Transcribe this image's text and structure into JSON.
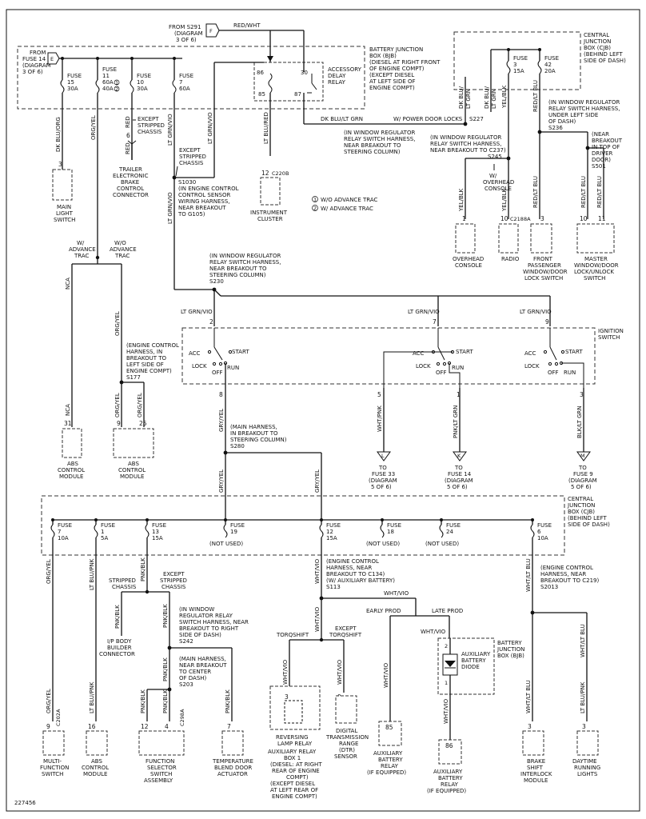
{
  "diagram_id": "227456",
  "top": {
    "from_s291": [
      "FROM S291",
      "(DIAGRAM",
      "3 OF 6)"
    ],
    "from_s291_conn": "F",
    "red_wht": "RED/WHT",
    "from_fuse14": [
      "FROM",
      "FUSE 14",
      "(DIAGRAM",
      "3 OF 6)"
    ],
    "from_fuse14_conn": "E"
  },
  "bjb_label": [
    "BATTERY JUNCTION",
    "BOX (BJB)",
    "(DIESEL AT RIGHT FRONT",
    "OF ENGINE COMPT)",
    "(EXCEPT DIESEL",
    "AT LEFT SIDE OF",
    "ENGINE COMPT)"
  ],
  "bjb_fuses": [
    {
      "name": "FUSE",
      "num": "15",
      "amp": "30A",
      "wire": "DK BLU/ORG",
      "pin": "3"
    },
    {
      "name": "FUSE",
      "num": "11",
      "amp": "60A",
      "amp2": "40A",
      "c1": "1",
      "c2": "2",
      "wire": "ORG/YEL"
    },
    {
      "name": "FUSE",
      "num": "10",
      "amp": "30A",
      "wire": "RED",
      "pin": "6"
    },
    {
      "name": "FUSE",
      "num": "7",
      "amp": "60A",
      "wire": "LT GRN/VIO"
    }
  ],
  "relay": {
    "pins": [
      "86",
      "30",
      "85",
      "87"
    ],
    "label": [
      "ACCESSORY",
      "DELAY",
      "RELAY"
    ],
    "wire_ltblu": "LT BLU/RED",
    "wire_dkblu": "DK BLU/LT GRN",
    "power_door_locks": "W/ POWER DOOR LOCKS",
    "s227": "S227",
    "cluster_pin": "12",
    "cluster_conn": "C220B",
    "cluster_label": [
      "INSTRUMENT",
      "CLUSTER"
    ]
  },
  "except_stripped_1": [
    "EXCEPT",
    "STRIPPED",
    "CHASSIS"
  ],
  "except_stripped_2": [
    "EXCEPT",
    "STRIPPED",
    "CHASSIS"
  ],
  "trailer": [
    "TRAILER",
    "ELECTRONIC",
    "BRAKE",
    "CONTROL",
    "CONNECTOR"
  ],
  "main_light": [
    "MAIN",
    "LIGHT",
    "SWITCH"
  ],
  "s1030": [
    "S1030",
    "(IN ENGINE CONTROL",
    "CONTROL SENSOR",
    "WIRING HARNESS,",
    "NEAR BREAKOUT",
    "TO G105)"
  ],
  "legend": {
    "one": "W/O ADVANCE TRAC",
    "two": "W/ ADVANCE TRAC",
    "c1": "1",
    "c2": "2"
  },
  "cjb_top": {
    "label": [
      "CENTRAL",
      "JUNCTION",
      "BOX (CJB)",
      "(BEHIND LEFT",
      "SIDE OF DASH)"
    ],
    "fuse3": [
      "FUSE",
      "3",
      "15A"
    ],
    "fuse42": [
      "FUSE",
      "42",
      "20A"
    ],
    "w_dkblu": "DK BLU/",
    "w_ltgrn": "LT GRN",
    "w_yelblk": "YEL/BLK",
    "w_redltblu": "RED/LT BLU",
    "s236": [
      "(IN WINDOW REGULATOR",
      "RELAY SWITCH HARNESS,",
      "UNDER LEFT SIDE",
      "OF DASH)",
      "S236"
    ],
    "s227_note": [
      "(IN WINDOW REGULATOR",
      "RELAY SWITCH HARNESS,",
      "NEAR BREAKOUT TO",
      "STEERING COLUMN)"
    ],
    "s245": [
      "(IN WINDOW REGULATOR",
      "RELAY SWITCH HARNESS,",
      "NEAR BREAKOUT TO C237)",
      "S245"
    ],
    "s501": [
      "(NEAR",
      "BREAKOUT",
      "IN TOP OF",
      "DRIVER",
      "DOOR)",
      "S501"
    ],
    "w_overhead": [
      "W/",
      "OVERHEAD",
      "CONSOLE"
    ]
  },
  "top_right_comps": [
    {
      "wire": "YEL/BLK",
      "pin": "1",
      "label": [
        "OVERHEAD",
        "CONSOLE"
      ]
    },
    {
      "wire": "YEL/BLK",
      "pin": "10",
      "conn": "C2188A",
      "label": [
        "RADIO"
      ]
    },
    {
      "wire": "RED/LT BLU",
      "pin": "3",
      "label": [
        "FRONT",
        "PASSENGER",
        "WINDOW/DOOR",
        "LOCK SWITCH"
      ]
    },
    {
      "wire": "RED/LT BLU",
      "pin": "10",
      "pin2": "11",
      "label": [
        "MASTER",
        "WINDOW/DOOR",
        "LOCK/UNLOCK",
        "SWITCH"
      ]
    }
  ],
  "advance": {
    "w": [
      "W/",
      "ADVANCE",
      "TRAC"
    ],
    "wo": [
      "W/O",
      "ADVANCE",
      "TRAC"
    ],
    "nca": "NCA",
    "orgyel": "ORG/YEL"
  },
  "s230": [
    "(IN WINDOW REGULATOR",
    "RELAY SWITCH HARNESS,",
    "NEAR BREAKOUT TO",
    "STEERING COLUMN)",
    "S230"
  ],
  "ign": {
    "label": [
      "IGNITION",
      "SWITCH"
    ],
    "in_wire": "LT GRN/VIO",
    "in_pins": [
      "2",
      "7",
      "9"
    ],
    "acc": "ACC",
    "lock": "LOCK",
    "off": "OFF",
    "run": "RUN",
    "start": "START",
    "out_pins": [
      "8",
      "5",
      "1",
      "3"
    ]
  },
  "s177": [
    "(ENGINE CONTROL",
    "HARNESS, IN",
    "BREAKOUT TO",
    "LEFT SIDE OF",
    "ENGINE COMPT)",
    "S177"
  ],
  "abs_left": [
    {
      "wire": "NCA",
      "pin": "31",
      "label": [
        "ABS",
        "CONTROL",
        "MODULE"
      ]
    },
    {
      "wire": "ORG/YEL",
      "wire2": "ORG/YEL",
      "pin": "9",
      "pin2": "25",
      "label": [
        "ABS",
        "CONTROL",
        "MODULE"
      ]
    }
  ],
  "s280": [
    "(MAIN HARNESS,",
    "IN BREAKOUT TO",
    "STEERING COLUMN)",
    "S280"
  ],
  "gry_yel": "GRY/YEL",
  "to_fuses": [
    {
      "wire": "WHT/PNK",
      "conn": "L",
      "label": [
        "TO",
        "FUSE 33",
        "(DIAGRAM",
        "5 OF 6)"
      ]
    },
    {
      "wire": "PNK/LT GRN",
      "conn": "K",
      "label": [
        "TO",
        "FUSE 14",
        "(DIAGRAM",
        "5 OF 6)"
      ]
    },
    {
      "wire": "BLK/LT GRN",
      "conn": "M",
      "label": [
        "TO",
        "FUSE 9",
        "(DIAGRAM",
        "5 OF 6)"
      ]
    }
  ],
  "cjb_bottom": {
    "label": [
      "CENTRAL",
      "JUNCTION",
      "BOX (CJB)",
      "(BEHIND LEFT",
      "SIDE OF DASH)"
    ],
    "fuses": [
      {
        "name": "FUSE",
        "num": "7",
        "amp": "10A"
      },
      {
        "name": "FUSE",
        "num": "1",
        "amp": "5A"
      },
      {
        "name": "FUSE",
        "num": "13",
        "amp": "15A"
      },
      {
        "name": "FUSE",
        "num": "19",
        "amp": "(NOT USED)"
      },
      {
        "name": "FUSE",
        "num": "12",
        "amp": "15A"
      },
      {
        "name": "FUSE",
        "num": "18",
        "amp": "(NOT USED)"
      },
      {
        "name": "FUSE",
        "num": "24",
        "amp": "(NOT USED)"
      },
      {
        "name": "FUSE",
        "num": "6",
        "amp": "10A"
      }
    ]
  },
  "bottom": {
    "w_orgyel": "ORG/YEL",
    "w_ltblupnk": "LT BLU/PNK",
    "w_pnkblk": "PNK/BLK",
    "w_whtvio": "WHT/VIO",
    "w_whtltblu": "WHT/LT BLU",
    "stripped": [
      "STRIPPED",
      "CHASSIS"
    ],
    "except_stripped": [
      "EXCEPT",
      "STRIPPED",
      "CHASSIS"
    ],
    "ip_body": [
      "I/P BODY",
      "BUILDER",
      "CONNECTOR"
    ],
    "s242": [
      "(IN WINDOW",
      "REGULATOR RELAY",
      "SWITCH HARNESS, NEAR",
      "BREAKOUT TO RIGHT",
      "SIDE OF DASH)",
      "S242"
    ],
    "s203": [
      "(MAIN HARNESS,",
      "NEAR BREAKOUT",
      "TO CENTER",
      "OF DASH)",
      "S203"
    ],
    "s113": [
      "(ENGINE CONTROL",
      "HARNESS, NEAR",
      "BREAKOUT TO C134)",
      "(W/ AUXILIARY BATTERY)",
      "S113"
    ],
    "s2013": [
      "(ENGINE CONTROL",
      "HARNESS, NEAR",
      "BREAKOUT TO C219)",
      "S2013"
    ],
    "torqshift": "TORQSHIFT",
    "except_torqshift": [
      "EXCEPT",
      "TORQSHIFT"
    ],
    "early_prod": "EARLY PROD",
    "late_prod": "LATE PROD",
    "bjb2": [
      "BATTERY",
      "JUNCTION",
      "BOX (BJB)"
    ],
    "aux_diode": [
      "AUXILIARY",
      "BATTERY",
      "DIODE"
    ],
    "diode_pins": [
      "2",
      "1"
    ],
    "w_whtltblu2": "WHT/LT BLU",
    "w_ltblupnk2": "LT BLU/PNK"
  },
  "bottom_comps": [
    {
      "pin": "9",
      "conn": "C202A",
      "wire": "ORG/YEL",
      "label": [
        "MULTI-",
        "FUNCTION",
        "SWITCH"
      ]
    },
    {
      "pin": "16",
      "wire": "LT BLU/PNK",
      "label": [
        "ABS",
        "CONTROL",
        "MODULE"
      ]
    },
    {
      "pins": [
        "12",
        "4"
      ],
      "conn": "C298A",
      "wires": [
        "PNK/BLK",
        "PNK/BLK"
      ],
      "label": [
        "FUNCTION",
        "SELECTOR",
        "SWITCH",
        "ASSEMBLY"
      ]
    },
    {
      "pin": "7",
      "wire": "PNK/BLK",
      "label": [
        "TEMPERATURE",
        "BLEND DOOR",
        "ACTUATOR"
      ]
    },
    {
      "pin": "3",
      "wire": "WHT/VIO",
      "label": [
        "REVERSING",
        "LAMP RELAY"
      ]
    },
    {
      "pin": "9",
      "wire": "WHT/VIO",
      "label": [
        "DIGITAL",
        "TRANSMISSION",
        "RANGE",
        "(DTR)",
        "SENSOR"
      ]
    },
    {
      "pin": "85",
      "wire": "WHT/VIO",
      "label": [
        "AUXILIARY",
        "BATTERY",
        "RELAY",
        "(IF EQUIPPED)"
      ]
    },
    {
      "pin": "86",
      "wire": "WHT/VIO",
      "label": [
        "AUXILIARY",
        "BATTERY",
        "RELAY",
        "(IF EQUIPPED)"
      ]
    },
    {
      "pin": "3",
      "wire": "WHT/LT BLU",
      "label": [
        "BRAKE",
        "SHIFT",
        "INTERLOCK",
        "MODULE"
      ]
    },
    {
      "pin": "3",
      "wire": "LT BLU/PNK",
      "label": [
        "DAYTIME",
        "RUNNING",
        "LIGHTS"
      ]
    }
  ],
  "aux_box": [
    "AUXILIARY RELAY",
    "BOX 1",
    "(DIESEL: AT RIGHT",
    "REAR OF ENGINE",
    "COMPT)",
    "(EXCEPT DIESEL",
    "AT LEFT REAR OF",
    "ENGINE COMPT)"
  ]
}
